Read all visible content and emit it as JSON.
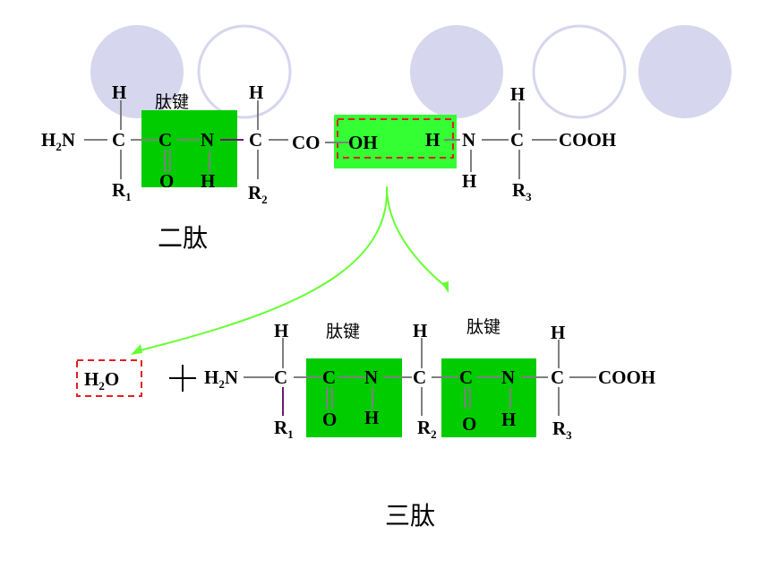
{
  "colors": {
    "peptide_box": "#00cc00",
    "water_highlight": "#33ff33",
    "dashed_box": "#e02020",
    "arrow": "#66ff33",
    "bond": "#7f7f7f",
    "circle_fill": "#d6d6ee",
    "circle_stroke": "#d6d6ee"
  },
  "labels": {
    "peptide_bond": "肽键",
    "dipeptide": "二肽",
    "tripeptide": "三肽",
    "plus": "+"
  },
  "atoms": {
    "h": "H",
    "c": "C",
    "n": "N",
    "o": "O",
    "h2": "H",
    "h2_sub": "2",
    "r": "R",
    "r1_sub": "1",
    "r2_sub": "2",
    "r3_sub": "3",
    "co": "CO",
    "oh": "OH",
    "cooh": "COOH",
    "water_o": "O"
  }
}
